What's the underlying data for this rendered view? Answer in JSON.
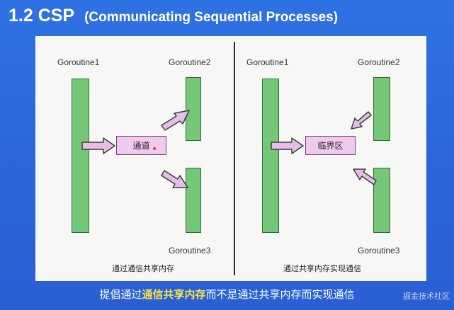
{
  "header": {
    "title": "1.2 CSP",
    "subtitle": "(Communicating Sequential Processes)"
  },
  "left_diagram": {
    "label_g1": "Goroutine1",
    "label_g2": "Goroutine2",
    "label_g3": "Goroutine3",
    "box_label": "通道",
    "caption": "通过通信共享内存"
  },
  "right_diagram": {
    "label_g1": "Goroutine1",
    "label_g2": "Goroutine2",
    "label_g3": "Goroutine3",
    "box_label": "临界区",
    "caption": "通过共享内存实现通信"
  },
  "footer": {
    "prefix": "提倡通过",
    "highlight": "通信共享内存",
    "suffix": "而不是通过共享内存而实现通信"
  },
  "watermark": "掘金技术社区",
  "colors": {
    "background": "#2f6fe0",
    "bar_fill": "#77c77a",
    "box_fill": "#f0c9ef",
    "highlight_text": "#f8e34b"
  }
}
